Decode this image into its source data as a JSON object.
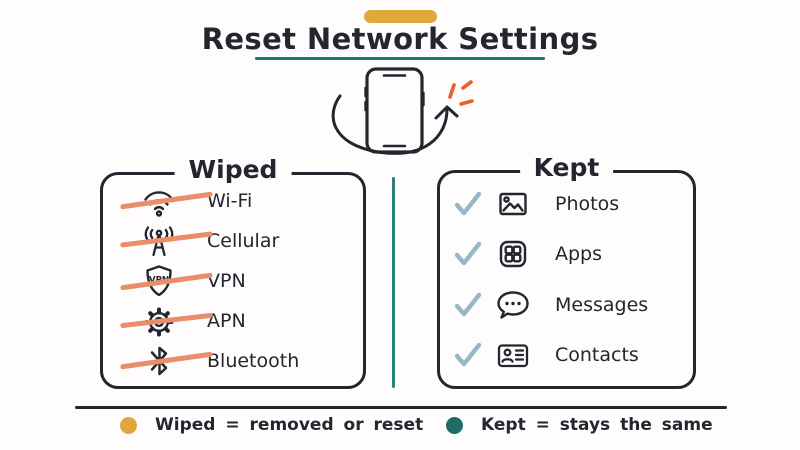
{
  "title": "Reset Network Settings",
  "wiped_panel": {
    "title": "Wiped",
    "items": [
      {
        "label": "Wi-Fi",
        "icon": "wifi-icon"
      },
      {
        "label": "Cellular",
        "icon": "cellular-tower-icon"
      },
      {
        "label": "VPN",
        "icon": "vpn-shield-icon"
      },
      {
        "label": "APN",
        "icon": "gear-icon"
      },
      {
        "label": "Bluetooth",
        "icon": "bluetooth-icon"
      }
    ]
  },
  "kept_panel": {
    "title": "Kept",
    "items": [
      {
        "label": "Photos",
        "icon": "photo-icon"
      },
      {
        "label": "Apps",
        "icon": "apps-grid-icon"
      },
      {
        "label": "Messages",
        "icon": "message-bubble-icon"
      },
      {
        "label": "Contacts",
        "icon": "contact-card-icon"
      }
    ]
  },
  "vpn_badge": "VPN",
  "legend": {
    "wiped": {
      "label": "Wiped = removed or reset",
      "color": "#DFA63C"
    },
    "kept": {
      "label": "Kept = stays the same",
      "color": "#1E6E66"
    }
  },
  "colors": {
    "background": "#FFFCFD",
    "ink": "#23262E",
    "accent_gold": "#E1A83C",
    "accent_teal": "#17786E",
    "divider_teal": "#2B7F76",
    "strike_salmon": "#E98E6B",
    "check_teal": "#93B9C4",
    "spark_orange": "#E8602C"
  }
}
